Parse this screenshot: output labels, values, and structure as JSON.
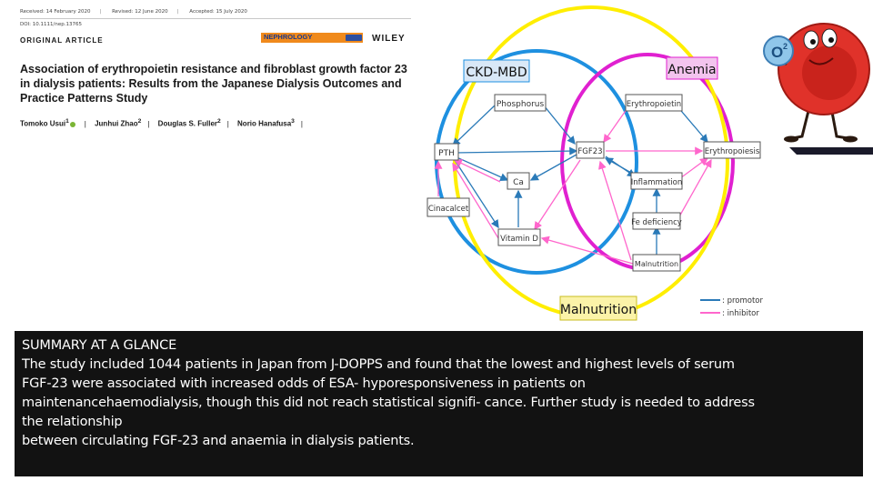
{
  "article": {
    "dates": [
      "Received: 14 February 2020",
      "Revised: 12 June 2020",
      "Accepted: 15 July 2020"
    ],
    "doi": "DOI: 10.1111/nep.13765",
    "section": "ORIGINAL ARTICLE",
    "journal": "NEPHROLOGY",
    "publisher": "WILEY",
    "title": "Association of erythropoietin resistance and fibroblast growth factor 23 in dialysis patients: Results from the Japanese Dialysis Outcomes and Practice Patterns Study",
    "authors": [
      "Tomoko Usui",
      "Junhui Zhao",
      "Douglas S. Fuller",
      "Norio Hanafusa"
    ],
    "author_marks": [
      "1",
      "2",
      "2",
      "3"
    ]
  },
  "diagram": {
    "groups": {
      "ckd_mbd": "CKD-MBD",
      "anemia": "Anemia",
      "malnutrition": "Malnutrition"
    },
    "nodes": {
      "phosphorus": "Phosphorus",
      "pth": "PTH",
      "ca": "Ca",
      "cinacalcet": "Cinacalcet",
      "vitamin_d": "Vitamin D",
      "fgf23": "FGF23",
      "erythropoietin": "Erythropoietin",
      "erythropoiesis": "Erythropoiesis",
      "inflammation": "Inflammation",
      "fe_deficiency": "Fe deficiency",
      "malnutrition_small": "Malnutrition"
    },
    "legend": {
      "promotor": ": promotor",
      "inhibitor": ": inhibitor"
    },
    "colors": {
      "ckd_mbd": "#1e90e0",
      "anemia": "#e020d0",
      "malnutrition": "#ffee00",
      "promotor": "#2a7ab8",
      "inhibitor": "#ff66cc"
    }
  },
  "cartoon": {
    "bubble_text": "O",
    "bubble_sup": "2"
  },
  "summary": {
    "heading": "SUMMARY AT A GLANCE",
    "line1": "The study included 1044 patients in Japan from J-DOPPS and found that the lowest and highest levels of serum",
    "line2": "FGF-23 were associated with increased odds of ESA- hyporesponsiveness in patients on",
    "line3": "maintenancehaemodialysis, though this did not reach statistical signifi- cance. Further study is needed to address",
    "line4": "the relationship",
    "line5": "between circulating FGF-23 and anaemia in dialysis patients."
  }
}
